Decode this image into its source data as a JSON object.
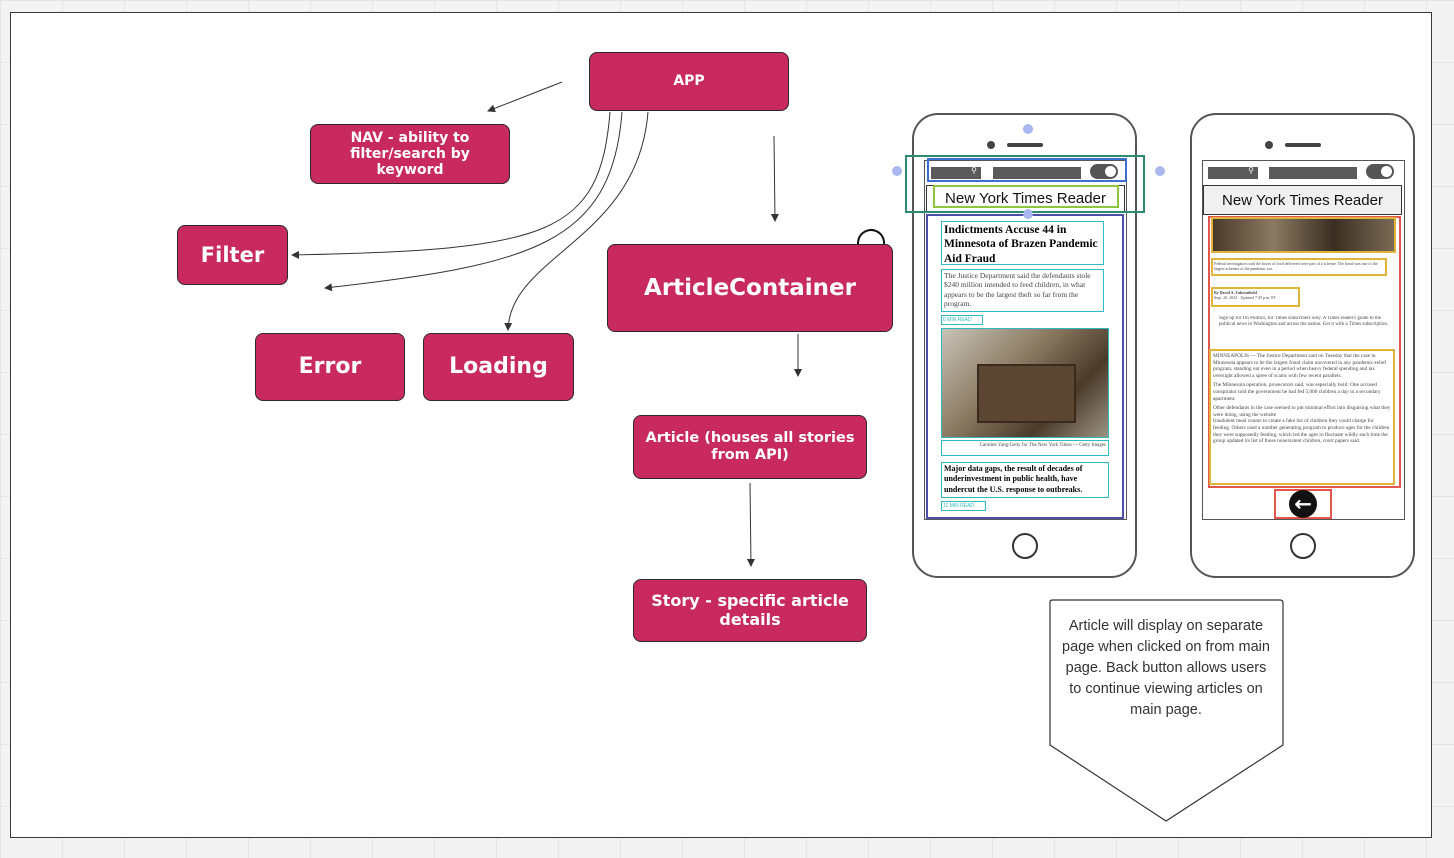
{
  "diagram": {
    "nodes": {
      "app": "APP",
      "nav": "NAV - ability to filter/search by keyword",
      "filter": "Filter",
      "error": "Error",
      "loading": "Loading",
      "article_container": "ArticleContainer",
      "article": "Article (houses all stories from API)",
      "story": "Story - specific article details"
    },
    "colors": {
      "node_fill": "#c82a5f",
      "node_text": "#ffffff",
      "edge": "#333333"
    }
  },
  "phone_main": {
    "header_title": "New York Times Reader",
    "headline_1": "Indictments Accuse 44 in Minnesota of Brazen Pandemic Aid Fraud",
    "summary_1": "The Justice Department said the defendants stole $240 million intended to feed children, in what appears to be the largest theft so far from the program.",
    "read_time_1": "6 MIN READ",
    "photo_credit": "Caroline Yang/Getty for The New York Times — Getty Images",
    "headline_2": "Major data gaps, the result of decades of underinvestment in public health, have undercut the U.S. response to outbreaks.",
    "read_time_2": "11 MIN READ"
  },
  "phone_detail": {
    "header_title": "New York Times Reader",
    "caption": "Federal investigators said the boxes of food delivered were part of a scheme. The fraud was one of the largest schemes of the pandemic era.",
    "byline": "By David A. Fahrenthold",
    "date": "Sept. 20, 2022 · Updated 7:35 p.m. ET",
    "newsletter": "Sign up for On Politics, for Times subscribers only. A Times reader's guide to the political news in Washington and across the nation. Get it with a Times subscription.",
    "paragraph_1": "MINNEAPOLIS — The Justice Department said on Tuesday that the case in Minnesota appears to be the largest fraud claim uncovered in any pandemic-relief program, standing out even in a period when heavy federal spending and lax oversight allowed a spree of scams with few recent parallels.",
    "paragraph_2": "The Minnesota operation, prosecutors said, was especially bold: One accused conspirator told the government he had fed 5,000 children a day in a secondary apartment.",
    "paragraph_3": "Other defendants in the case seemed to put minimal effort into disguising what they were doing, using the website",
    "paragraph_4": "fraudulent meal counts to create a fake list of children they could charge for feeding. Others used a number generating program to produce ages for the children they were supposedly feeding, which led the ages to fluctuate wildly each time the group updated its list of those nonexistent children, court papers said."
  },
  "callout": {
    "text": "Article will display on separate page when clicked on from main page. Back button allows users to continue viewing articles on main page."
  }
}
